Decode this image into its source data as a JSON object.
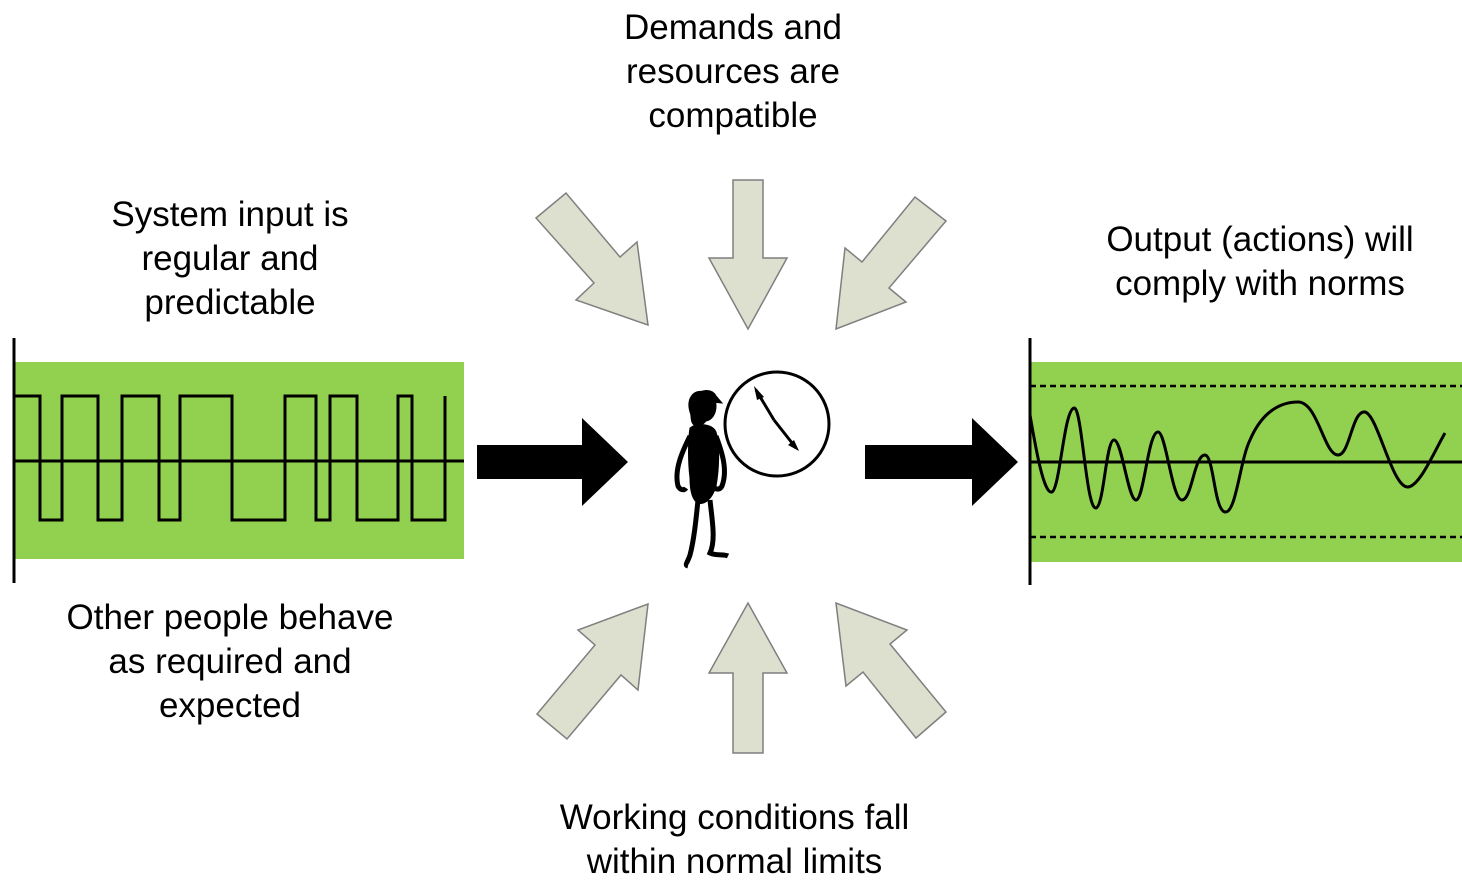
{
  "labels": {
    "top": "Demands and\nresources are\ncompatible",
    "input": "System input is\nregular and\npredictable",
    "output": "Output (actions) will\ncomply with norms",
    "people": "Other people behave\nas required and\nexpected",
    "bottom": "Working conditions fall\nwithin normal limits"
  },
  "colors": {
    "panel_green": "#92D050",
    "arrow_fill": "#DDDFCF",
    "arrow_stroke": "#7F7F7F",
    "ink": "#000000"
  },
  "icons": {
    "person": "person-icon",
    "clock": "clock-icon"
  }
}
